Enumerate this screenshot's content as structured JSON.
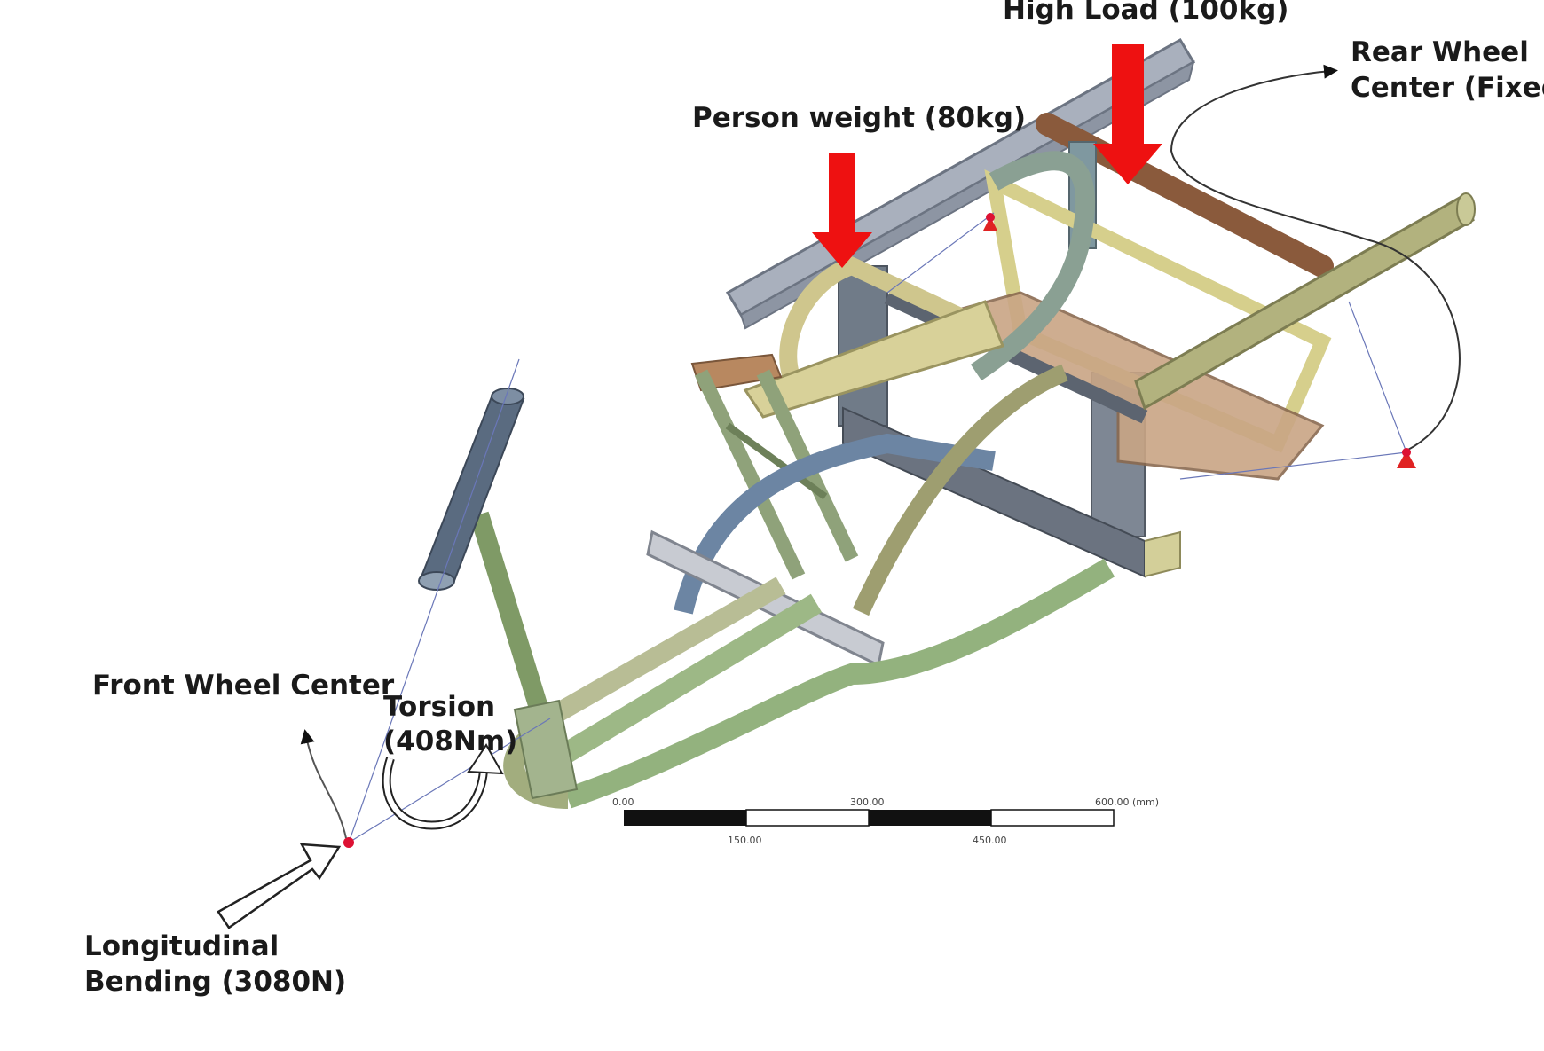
{
  "labels": {
    "high_load": "High Load (100kg)",
    "rear_wheel_line1": "Rear Wheel",
    "rear_wheel_line2": "Center (Fixed)",
    "person_weight": "Person weight (80kg)",
    "front_wheel": "Front Wheel Center",
    "torsion_line1": "Torsion",
    "torsion_line2": "(408Nm)",
    "longitudinal_line1": "Longitudinal",
    "longitudinal_line2": "Bending (3080N)"
  },
  "scale_bar": {
    "label_0": "0.00",
    "label_150": "150.00",
    "label_300": "300.00",
    "label_450": "450.00",
    "label_600": "600.00 (mm)"
  },
  "colors": {
    "load_arrow": "#ee1111",
    "marker": "#dd1133",
    "frame_green": "#9aab78",
    "frame_yellow": "#d6cf8c",
    "frame_gray": "#8f98a6",
    "frame_brown": "#8a5a3c",
    "frame_blue": "#6c85a3"
  }
}
